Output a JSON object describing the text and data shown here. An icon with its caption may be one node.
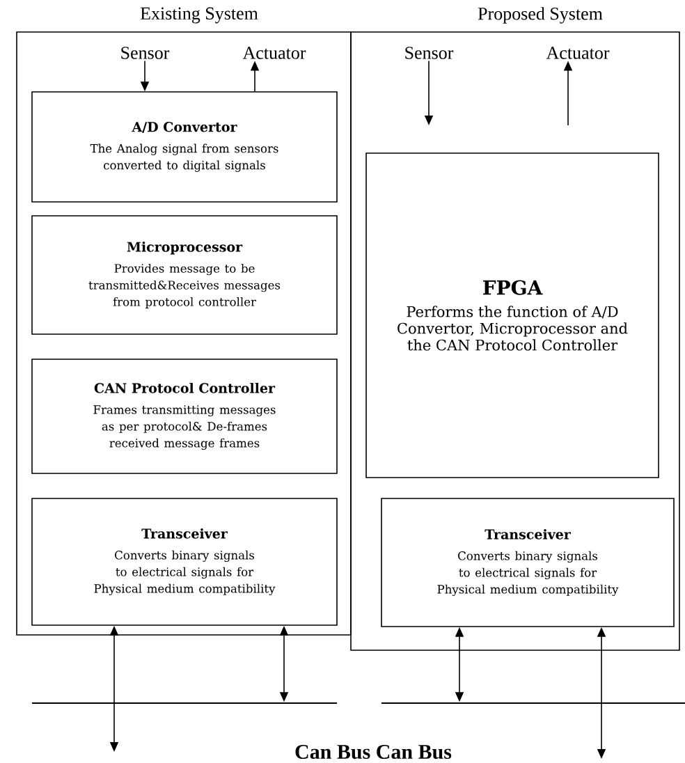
{
  "diagram": {
    "nodes": [
      {
        "text": [
          "Existing System"
        ]
      },
      {
        "text": [
          "Sensor"
        ],
        "in": 0
      },
      {
        "text": [
          "Actuator"
        ],
        "in": 0
      },
      {
        "text": [
          "A/D Convertor",
          "The Analog signal from sensors converted to digital signals"
        ],
        "in": 0
      },
      {
        "text": [
          "Microprocessor",
          "Provides message to be transmitted&Receives messages from protocol controller"
        ],
        "in": 0
      },
      {
        "text": [
          "CAN Protocol Controller",
          "Frames transmitting messages as per protocol& De-frames received message frames"
        ],
        "in": 0
      },
      {
        "text": [
          "Transceiver",
          "Converts binary signals to electrical signals for Physical medium compatibility"
        ],
        "in": 0
      },
      {
        "text": [
          "Proposed System"
        ]
      },
      {
        "text": [
          "Sensor"
        ],
        "in": 7
      },
      {
        "text": [
          "Actuator"
        ],
        "in": 7
      },
      {
        "text": [
          "FPGA",
          "Performs the function of A/D Convertor, Microprocessor and the CAN Protocol Controller"
        ],
        "in": 7
      },
      {
        "text": [
          "Transceiver",
          "Converts binary signals to electrical signals for Physical medium compatibility"
        ],
        "in": 7
      },
      {
        "text": [],
        "shape": "line"
      },
      {
        "text": [],
        "shape": "line"
      }
    ],
    "edges": [
      {
        "from": 1,
        "to": 3,
        "arrow": "to"
      },
      {
        "from": 3,
        "to": 2,
        "arrow": "to"
      },
      {
        "from": 8,
        "to": null,
        "arrow": "to"
      },
      {
        "from": null,
        "to": 9,
        "arrow": "to"
      },
      {
        "from": 6,
        "to": null,
        "arrow": "both"
      },
      {
        "from": 6,
        "to": 12,
        "arrow": "both"
      },
      {
        "from": 11,
        "to": 13,
        "arrow": "both"
      },
      {
        "from": 11,
        "to": null,
        "arrow": "both"
      }
    ],
    "labels": [
      "Can Bus Can Bus"
    ]
  }
}
